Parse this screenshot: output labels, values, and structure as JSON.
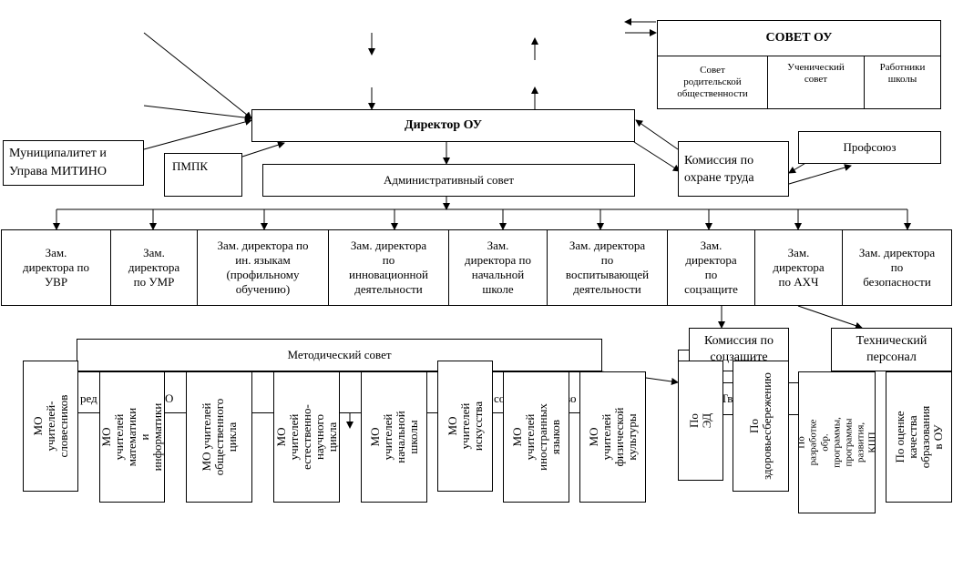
{
  "council": {
    "title": "СОВЕТ ОУ",
    "parents": "Совет\nродительской\nобщественности",
    "students": "Ученический\nсовет",
    "staff": "Работники\nшколы"
  },
  "director": "Директор ОУ",
  "municipality": "Муниципалитет и\nУправа МИТИНО",
  "pmpk": "ПМПК",
  "admin_council": "Административный совет",
  "labor_commission": "Комиссия по\nохране труда",
  "union": "Профсоюз",
  "deputies": [
    "Зам.\nдиректора по\nУВР",
    "Зам.\nдиректора\nпо УМР",
    "Зам. директора по\nин. языкам\n(профильному\nобучению)",
    "Зам. директора\nпо\nинновационной\nдеятельности",
    "Зам.\nдиректора по\nначальной\nшколе",
    "Зам. директора\nпо\nвоспитывающей\nдеятельности",
    "Зам.\nдиректора\nпо\nсоцзащите",
    "Зам.\nдиректора\nпо АХЧ",
    "Зам. директора\nпо\nбезопасности"
  ],
  "methodical_council": "Методический совет",
  "social_commission": "Комиссия по\nсоцзащите",
  "tech_staff": "Технический\nперсонал",
  "hidden_fragments": {
    "a": "ред",
    "b": "О",
    "c": "со",
    "d": "во",
    "e": "Тв"
  },
  "mo_groups": [
    "МО учителей-\nсловесников",
    "МО учителей\nматематики и\nинформатики",
    "МО учителей\nобщественного\nцикла",
    "МО учителей\nестественно-\nнаучного цикла",
    "МО учителей\nначальной школы",
    "МО учителей\nискусства",
    "МО учителей\nиностранных\nязыков",
    "МО учителей\nфизической\nкультуры"
  ],
  "committees": [
    "По ЭД",
    "По\nздоровьесбережению",
    "По разработке обр.\nпрограммы,\nпрограммы развития,\nКЦП",
    "По оценке качества\nобразования в ОУ"
  ]
}
